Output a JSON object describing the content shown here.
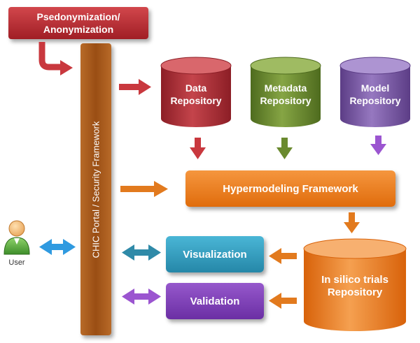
{
  "nodes": {
    "pseudo": {
      "line1": "Psedonymization/",
      "line2": "Anonymization"
    },
    "portal": {
      "label": "CHIC Portal  / Security Framework"
    },
    "data_repo": {
      "line1": "Data",
      "line2": "Repository"
    },
    "meta_repo": {
      "line1": "Metadata",
      "line2": "Repository"
    },
    "model_repo": {
      "line1": "Model",
      "line2": "Repository"
    },
    "hyper": {
      "label": "Hypermodeling Framework"
    },
    "visualization": {
      "label": "Visualization"
    },
    "validation": {
      "label": "Validation"
    },
    "insilico": {
      "line1": "In silico trials",
      "line2": "Repository"
    },
    "user": {
      "label": "User"
    }
  },
  "colors": {
    "pseudo": "#b0282e",
    "portal": "#a55a1c",
    "data_repo": "#a52a34",
    "meta_repo": "#6a8a2e",
    "model_repo": "#7d5aa6",
    "hyper": "#ee7a14",
    "visualization": "#2f99ba",
    "validation": "#7a3fb0",
    "insilico": "#ee7a14"
  }
}
